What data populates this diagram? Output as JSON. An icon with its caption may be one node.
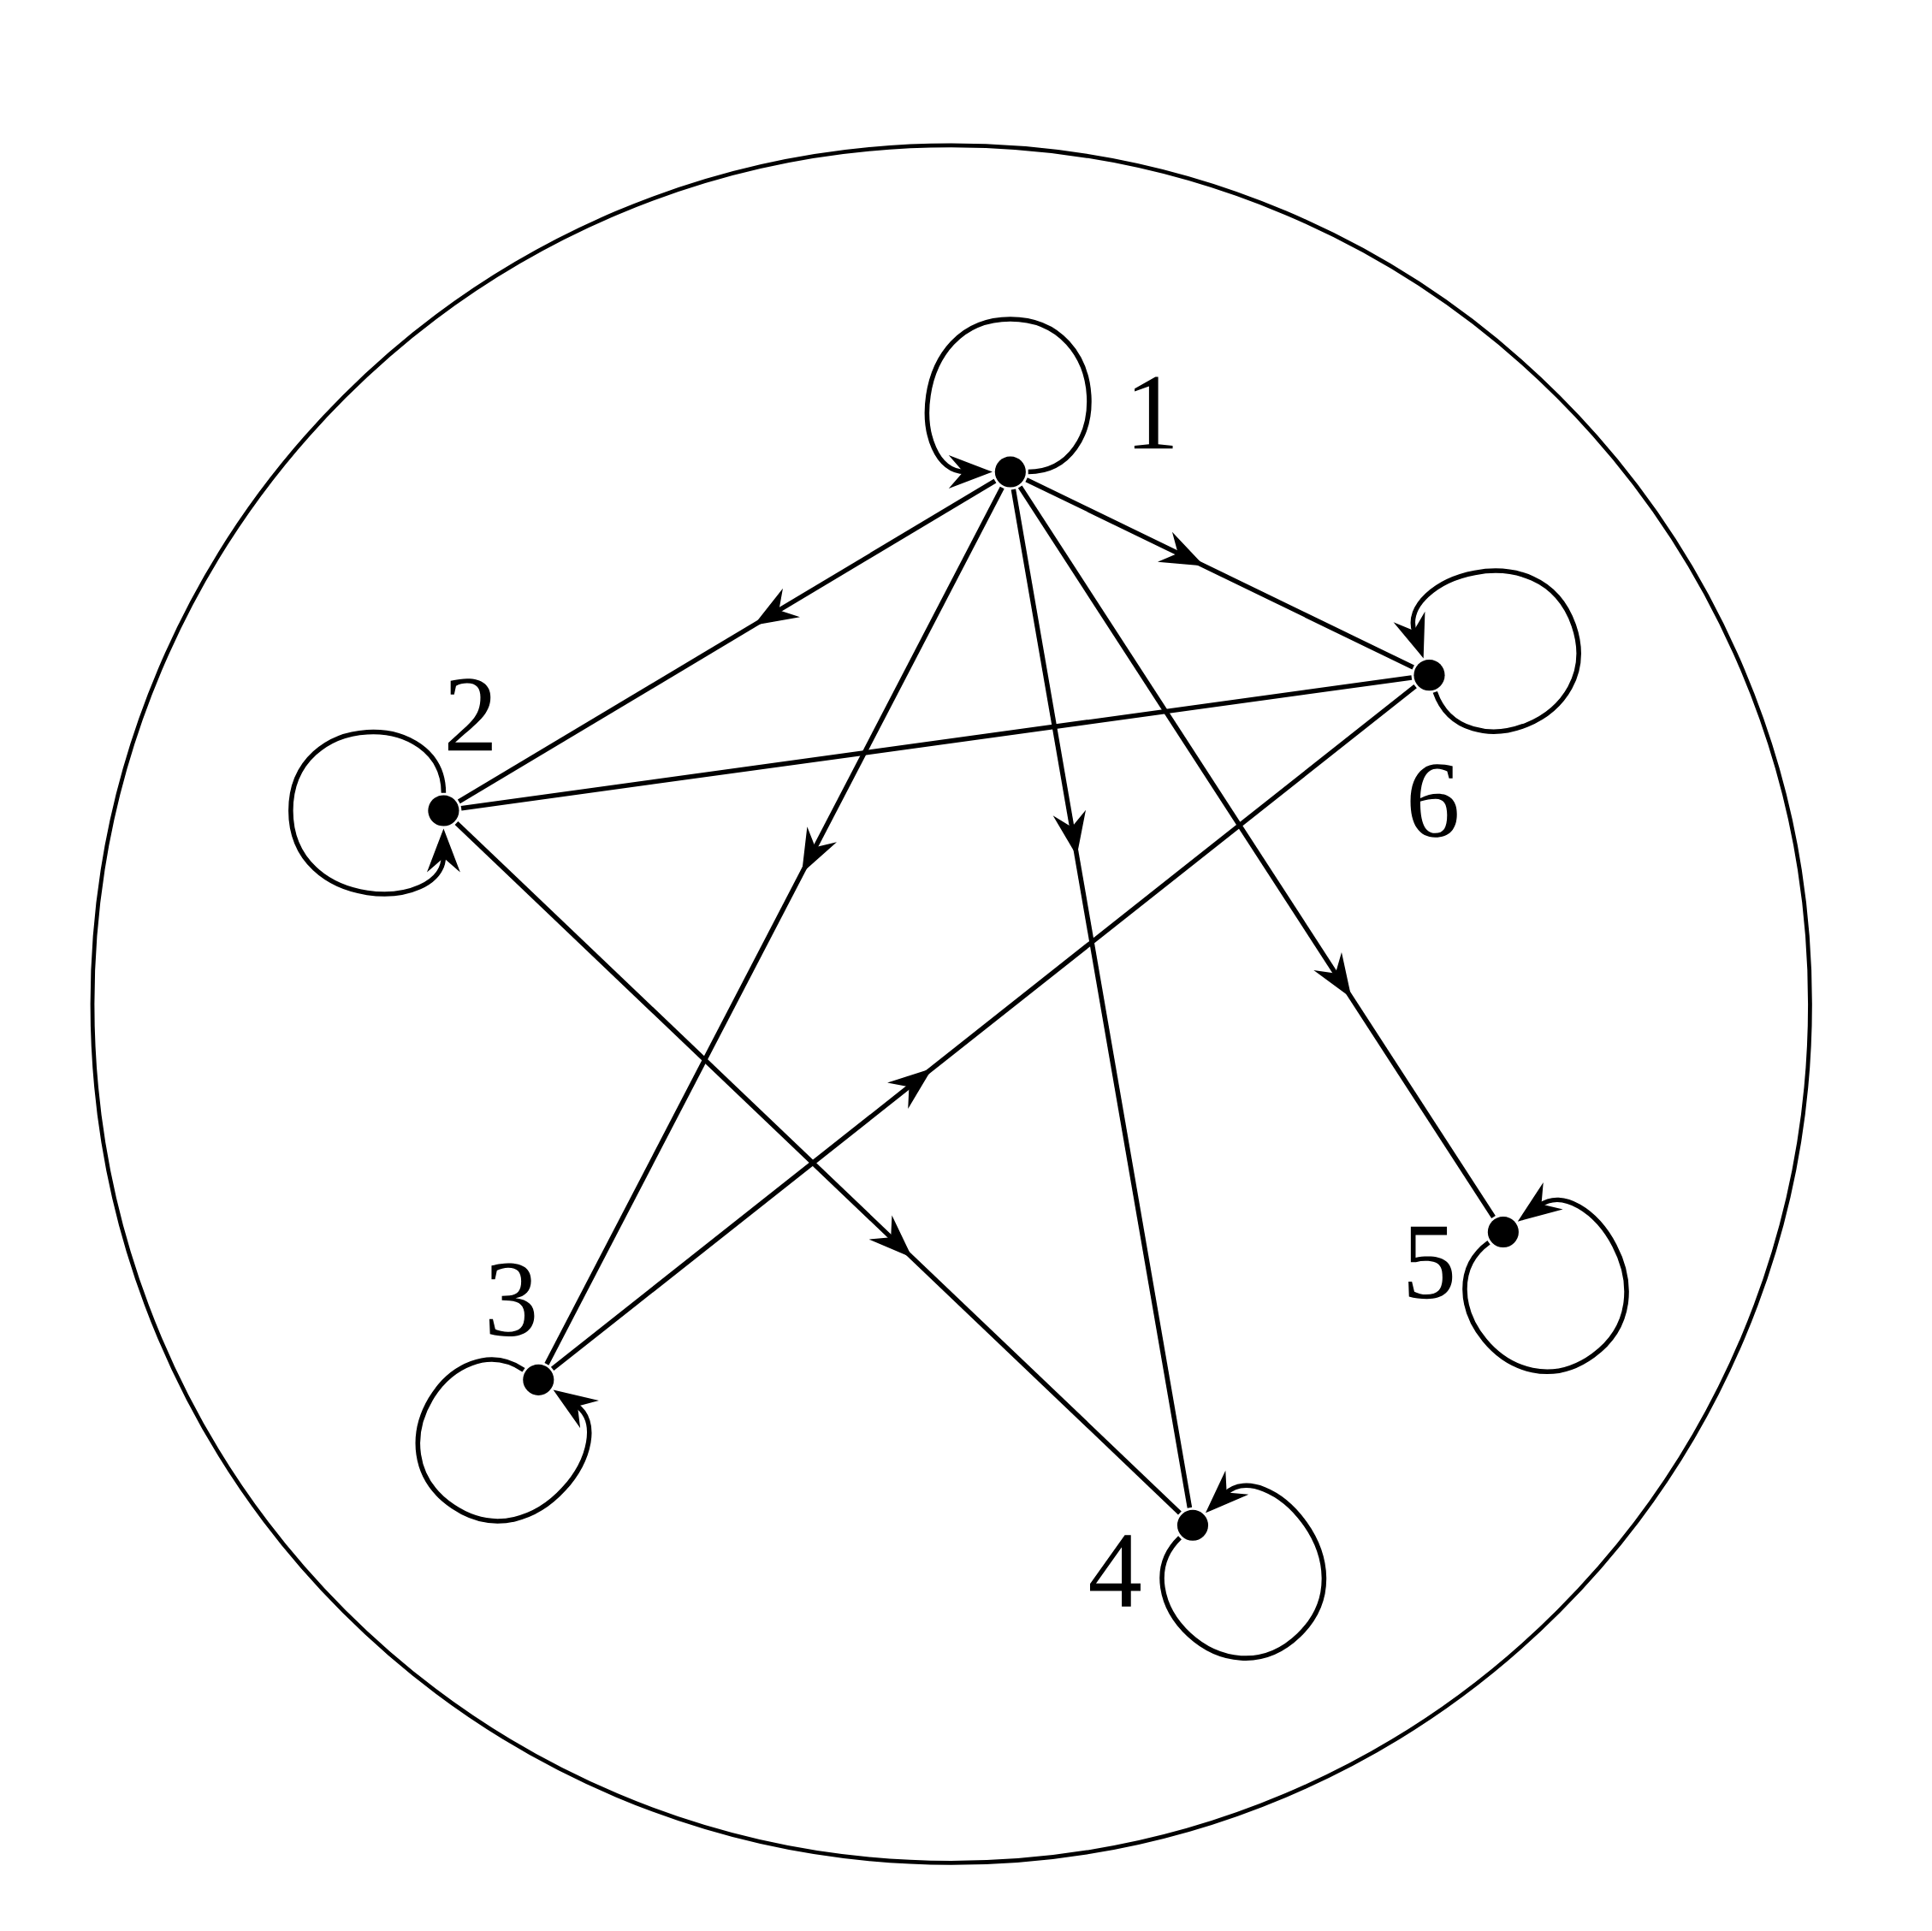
{
  "diagram": {
    "nodes": [
      {
        "text": [],
        "shape": "circle"
      },
      {
        "text": [
          "1"
        ],
        "in": 0
      },
      {
        "text": [
          "2"
        ],
        "in": 0
      },
      {
        "text": [
          "3"
        ],
        "in": 0
      },
      {
        "text": [
          "4"
        ],
        "in": 0
      },
      {
        "text": [
          "5"
        ],
        "in": 0
      },
      {
        "text": [
          "6"
        ],
        "in": 0
      }
    ],
    "edges": [
      {
        "from": 1,
        "to": 1,
        "arrow": "to"
      },
      {
        "from": 1,
        "to": 2,
        "arrow": "to"
      },
      {
        "from": 1,
        "to": 3,
        "arrow": "to"
      },
      {
        "from": 1,
        "to": 4,
        "arrow": "to"
      },
      {
        "from": 1,
        "to": 5,
        "arrow": "to"
      },
      {
        "from": 1,
        "to": 6,
        "arrow": "to"
      },
      {
        "from": 2,
        "to": 2,
        "arrow": "to"
      },
      {
        "from": 2,
        "to": 6,
        "arrow": "none"
      },
      {
        "from": 2,
        "to": 4,
        "arrow": "to"
      },
      {
        "from": 3,
        "to": 3,
        "arrow": "to"
      },
      {
        "from": 3,
        "to": 6,
        "arrow": "to"
      },
      {
        "from": 4,
        "to": 4,
        "arrow": "to"
      },
      {
        "from": 5,
        "to": 5,
        "arrow": "to"
      },
      {
        "from": 6,
        "to": 6,
        "arrow": "to"
      }
    ]
  }
}
